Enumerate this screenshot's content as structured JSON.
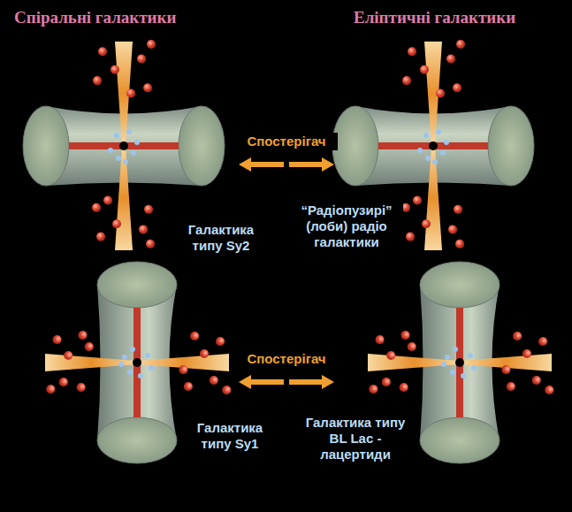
{
  "diagram": {
    "labels": [
      "Спіральні галактики",
      "Еліптичні галактики",
      "Спостерігач",
      "Галактика типу Sy2",
      "“Радіопузирі” (лоби) радіо галактики",
      "Спостерігач",
      "Галактика типу Sy1",
      "Галактика типу BL Lac - лацертиди"
    ]
  }
}
